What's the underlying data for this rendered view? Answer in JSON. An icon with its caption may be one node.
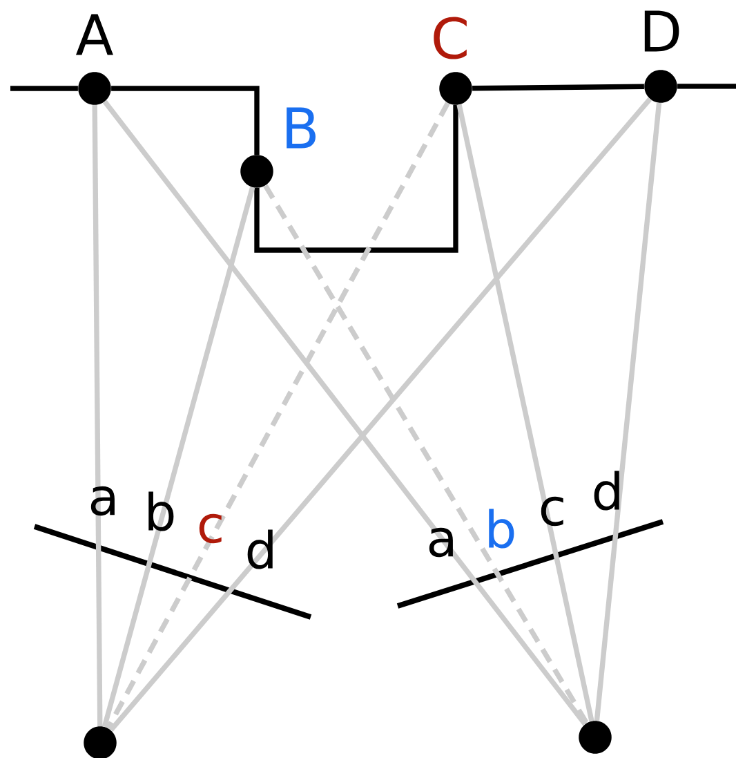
{
  "diagram": {
    "nodes": [
      {
        "text": [
          "A"
        ]
      },
      {
        "text": [
          "B"
        ]
      },
      {
        "text": [
          "C"
        ]
      },
      {
        "text": [
          "D"
        ]
      },
      {
        "text": [],
        "shape": "circle"
      },
      {
        "text": [],
        "shape": "circle"
      }
    ],
    "edges": [
      {
        "from": null,
        "to": 0,
        "arrow": "none",
        "color": "#000000"
      },
      {
        "from": 0,
        "to": 1,
        "arrow": "none",
        "color": "#000000"
      },
      {
        "from": 1,
        "to": 2,
        "arrow": "none",
        "color": "#000000"
      },
      {
        "from": 2,
        "to": 3,
        "arrow": "none",
        "color": "#000000"
      },
      {
        "from": 3,
        "to": null,
        "arrow": "none",
        "color": "#000000"
      },
      {
        "from": 0,
        "to": 4,
        "arrow": "none",
        "label": "a"
      },
      {
        "from": 1,
        "to": 4,
        "arrow": "none",
        "label": "b"
      },
      {
        "from": 2,
        "to": 4,
        "arrow": "none",
        "label": "c",
        "style": "dashed"
      },
      {
        "from": 3,
        "to": 4,
        "arrow": "none",
        "label": "d"
      },
      {
        "from": 0,
        "to": 5,
        "arrow": "none",
        "label": "a"
      },
      {
        "from": 1,
        "to": 5,
        "arrow": "none",
        "label": "b",
        "style": "dashed"
      },
      {
        "from": 2,
        "to": 5,
        "arrow": "none",
        "label": "c"
      },
      {
        "from": 3,
        "to": 5,
        "arrow": "none",
        "label": "d"
      }
    ]
  }
}
